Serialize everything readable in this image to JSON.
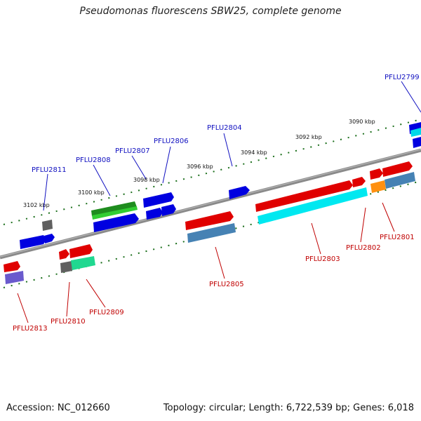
{
  "title": "Pseudomonas fluorescens SBW25, complete genome",
  "footer": {
    "accession": "Accession: NC_012660",
    "summary": "Topology: circular; Length: 6,722,539 bp; Genes: 6,018"
  },
  "scale_labels": [
    "3090 kbp",
    "3092 kbp",
    "3094 kbp",
    "3096 kbp",
    "3098 kbp",
    "3100 kbp",
    "3102 kbp"
  ],
  "gene_labels_top": [
    "PFLU2799",
    "PFLU2804",
    "PFLU2806",
    "PFLU2807",
    "PFLU2808",
    "PFLU2811"
  ],
  "gene_labels_bottom": [
    "PFLU2801",
    "PFLU2802",
    "PFLU2803",
    "PFLU2805",
    "PFLU2809",
    "PFLU2810",
    "PFLU2813"
  ],
  "colors": {
    "forward_cds": "#0000e0",
    "reverse_cds": "#e00000",
    "rna": "#00c8e0",
    "backbone": "#808080",
    "ticks": "#1a6e1a"
  }
}
